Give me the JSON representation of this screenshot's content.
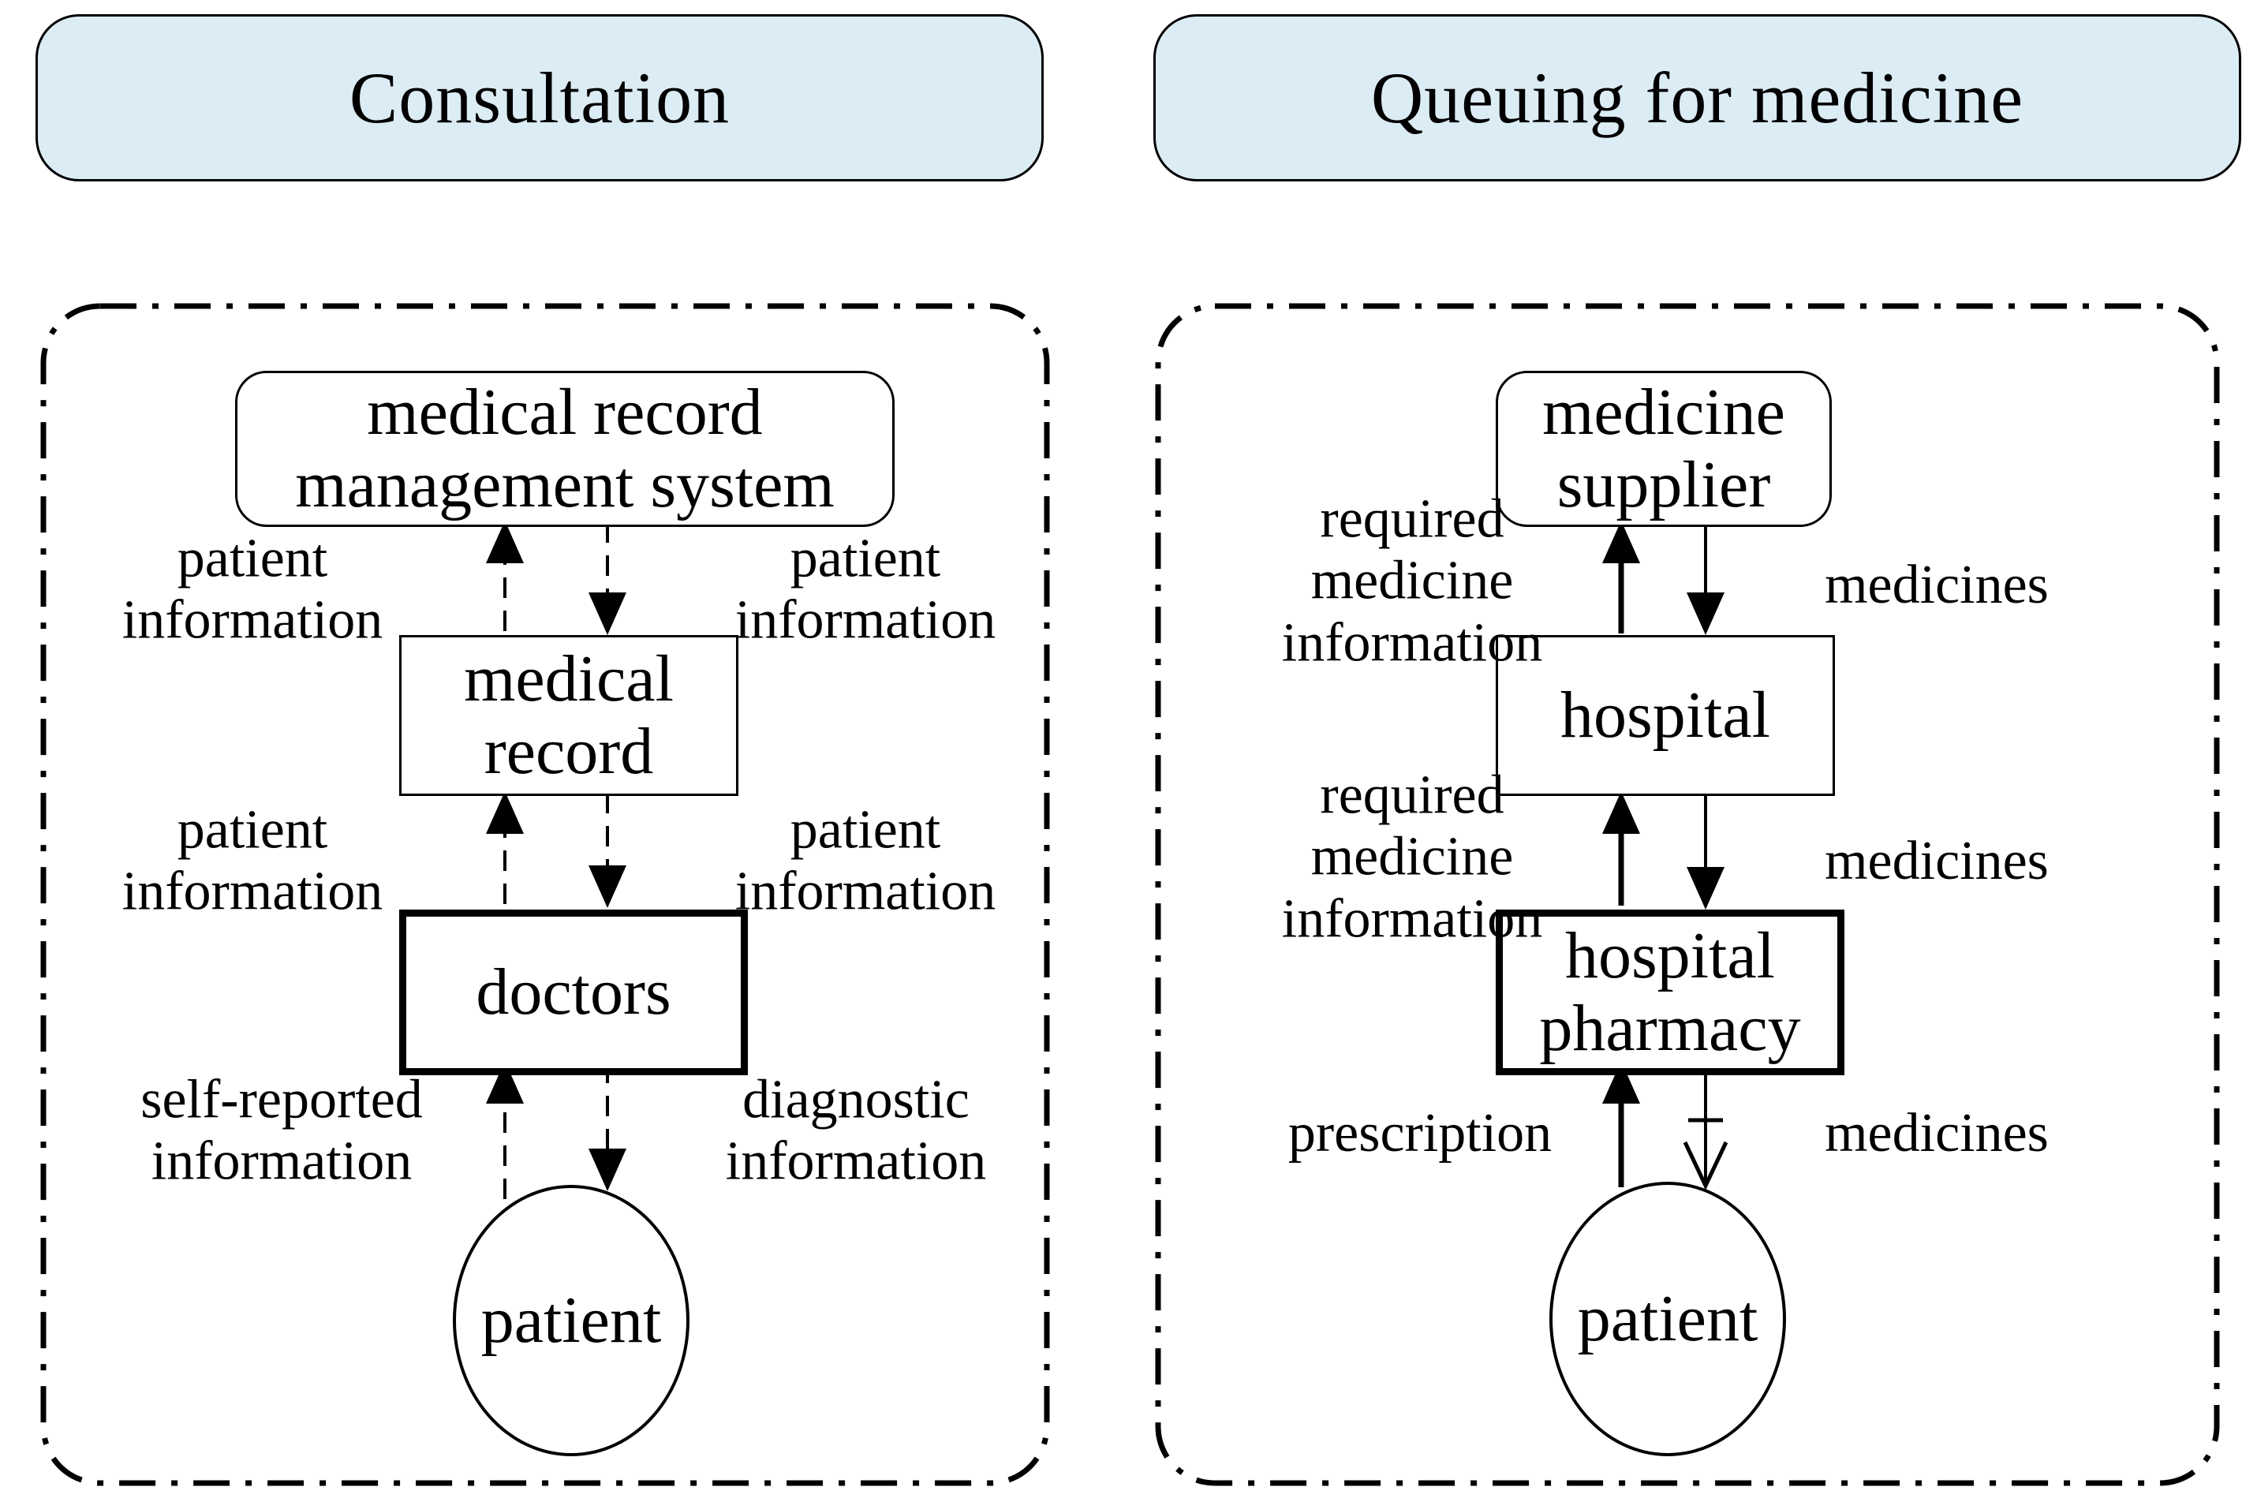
{
  "colors": {
    "title_fill": "#dcecf4",
    "stroke": "#000000",
    "background": "#ffffff"
  },
  "panels": [
    {
      "id": "consultation",
      "title": "Consultation",
      "nodes": {
        "system": "medical record\nmanagement system",
        "record": "medical\nrecord",
        "doctors": "doctors",
        "patient": "patient"
      },
      "labels": {
        "gap1_left": "patient\ninformation",
        "gap1_right": "patient\ninformation",
        "gap2_left": "patient\ninformation",
        "gap2_right": "patient\ninformation",
        "gap3_left": "self-reported\ninformation",
        "gap3_right": "diagnostic\ninformation"
      }
    },
    {
      "id": "queuing-for-medicine",
      "title": "Queuing for medicine",
      "nodes": {
        "supplier": "medicine\nsupplier",
        "hospital": "hospital",
        "pharmacy": "hospital\npharmacy",
        "patient": "patient"
      },
      "labels": {
        "gap1_left": "required\nmedicine\ninformation",
        "gap1_right": "medicines",
        "gap2_left": "required\nmedicine\ninformation",
        "gap2_right": "medicines",
        "gap3_left": "prescription",
        "gap3_right": "medicines"
      }
    }
  ]
}
